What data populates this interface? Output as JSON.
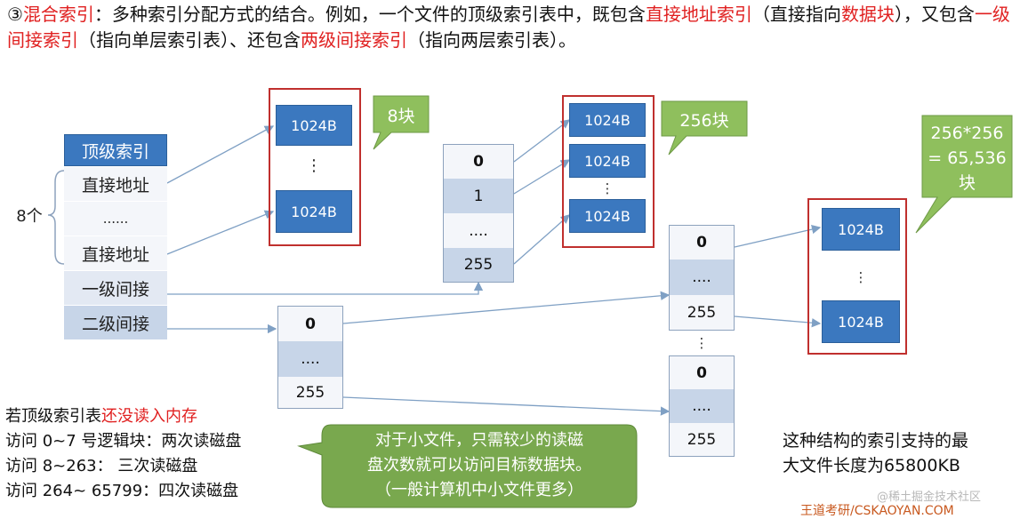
{
  "header": {
    "p1": "③",
    "p2": "混合索引",
    "p3": "：多种索引分配方式的结合。例如，一个文件的顶级索引表中，既包含",
    "p4": "直接地址索引",
    "p5": "（直接指向",
    "p6": "数据块",
    "p7": "），又包含",
    "p8": "一级间接索引",
    "p9": "（指向单层索引表）、还包含",
    "p10": "两级间接索引",
    "p11": "（指向两层索引表）。"
  },
  "top_index": {
    "title": "顶级索引",
    "rows": [
      "直接地址",
      "......",
      "直接地址",
      "一级间接",
      "二级间接"
    ],
    "brace_label": "8个"
  },
  "direct_blocks": {
    "block1": "1024B",
    "dots": "⋮",
    "block2": "1024B",
    "callout": "8块"
  },
  "level1_table": {
    "cells": [
      "0",
      "1",
      "....",
      "255"
    ]
  },
  "level1_blocks": {
    "block1": "1024B",
    "block2": "1024B",
    "dots": "⋮",
    "block3": "1024B",
    "callout": "256块"
  },
  "level2_root": {
    "cells": [
      "0",
      "....",
      "255"
    ]
  },
  "level2_sub1": {
    "cells": [
      "0",
      "....",
      "255"
    ]
  },
  "level2_between_dots": "⋮",
  "level2_sub2": {
    "cells": [
      "0",
      "....",
      "255"
    ]
  },
  "level2_blocks": {
    "block1": "1024B",
    "dots": "⋮",
    "block2": "1024B",
    "callout_lines": [
      "256*256",
      "= 65,536",
      "块"
    ]
  },
  "notes": {
    "line1_a": "若顶级索引表",
    "line1_b": "还没读入内存",
    "line2": "访问 0~7 号逻辑块：两次读磁盘",
    "line3": "访问 8~263：  三次读磁盘",
    "line4": "访问 264~ 65799：四次读磁盘"
  },
  "small_file_bubble": [
    "对于小文件，只需较少的读磁",
    "盘次数就可以访问目标数据块。",
    "（一般计算机中小文件更多）"
  ],
  "max_size_note": [
    "这种结构的索引支持的最",
    "大文件长度为65800KB"
  ],
  "watermark": "@稀土掘金技术社区",
  "brand": "王道考研/CSKAOYAN.COM",
  "colors": {
    "accent_red": "#e02020",
    "block_blue": "#3b78bf",
    "callout_green": "#8fbf5d",
    "bubble_green": "#79a84e"
  }
}
